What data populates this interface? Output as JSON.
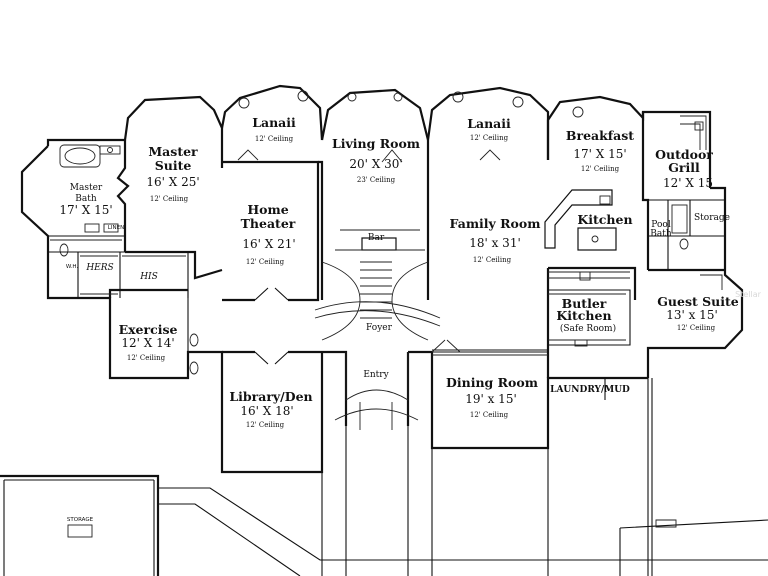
{
  "rooms": {
    "master_bath": {
      "name": [
        "Master",
        "Bath"
      ],
      "dim": "17' X 15'"
    },
    "master_suite": {
      "name": [
        "Master",
        "Suite"
      ],
      "dim": "16' X 25'",
      "ceiling": "12' Ceiling"
    },
    "lanai_left": {
      "name": "Lanaii",
      "ceiling": "12' Ceiling"
    },
    "living_room": {
      "name": "Living Room",
      "dim": "20' X 30'",
      "ceiling": "23' Ceiling"
    },
    "lanai_right": {
      "name": "Lanaii",
      "ceiling": "12' Ceiling"
    },
    "breakfast": {
      "name": "Breakfast",
      "dim": "17' X 15'",
      "ceiling": "12' Ceiling"
    },
    "outdoor_grill": {
      "name": [
        "Outdoor",
        "Grill"
      ],
      "dim": "12' X 15"
    },
    "home_theater": {
      "name": [
        "Home",
        "Theater"
      ],
      "dim": "16' X 21'",
      "ceiling": "12' Ceiling"
    },
    "bar": {
      "name": "Bar"
    },
    "family_room": {
      "name": "Family Room",
      "dim": "18' x 31'",
      "ceiling": "12' Ceiling"
    },
    "kitchen": {
      "name": "Kitchen"
    },
    "pool_bath": {
      "name": [
        "Pool",
        "Bath"
      ]
    },
    "storage_small": {
      "name": "Storage"
    },
    "hers": {
      "name": "HERS"
    },
    "his": {
      "name": "HIS"
    },
    "exercise": {
      "name": "Exercise",
      "dim": "12' X 14'",
      "ceiling": "12' Ceiling"
    },
    "butler_kitchen": {
      "name": [
        "Butler",
        "Kitchen"
      ],
      "sub": "(Safe Room)"
    },
    "guest_suite": {
      "name": "Guest Suite",
      "dim": "13' x 15'",
      "ceiling": "12' Ceiling"
    },
    "foyer": {
      "name": "Foyer"
    },
    "entry": {
      "name": "Entry"
    },
    "library": {
      "name": "Library/Den",
      "dim": "16' X 18'",
      "ceiling": "12' Ceiling"
    },
    "dining_room": {
      "name": "Dining Room",
      "dim": "19' x 15'",
      "ceiling": "12' Ceiling"
    },
    "laundry": {
      "name": "LAUNDRY/MUD"
    },
    "storage_garage": {
      "name": "STORAGE"
    }
  },
  "fixture_labels": {
    "linen": "LINEN",
    "wh": "W.H."
  },
  "watermark": "Stellar"
}
